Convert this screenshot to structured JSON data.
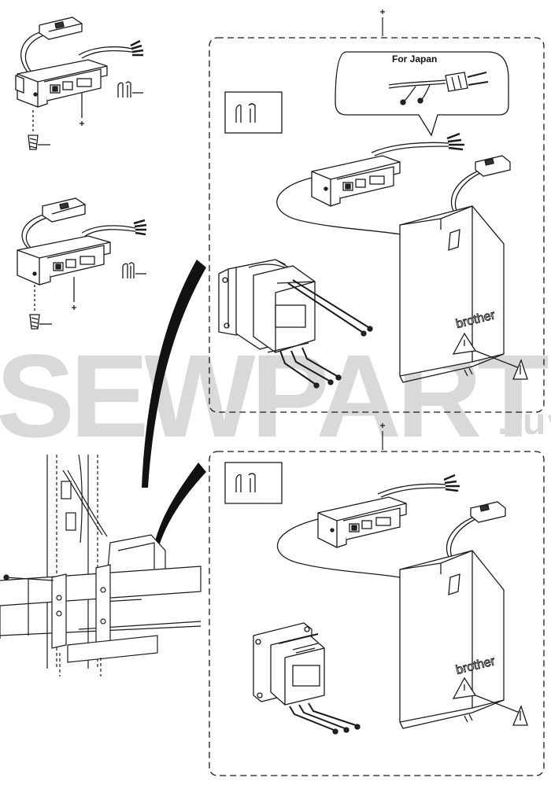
{
  "diagram": {
    "callouts": {
      "japan_box_label": "For Japan",
      "brand_top": "brother",
      "brand_bottom": "brother"
    },
    "watermark": {
      "main": "SEWPARTS",
      "suffix": ".ru"
    },
    "colors": {
      "line": "#1a1a1a",
      "watermark": "#d9d9d9",
      "background": "#ffffff"
    }
  }
}
